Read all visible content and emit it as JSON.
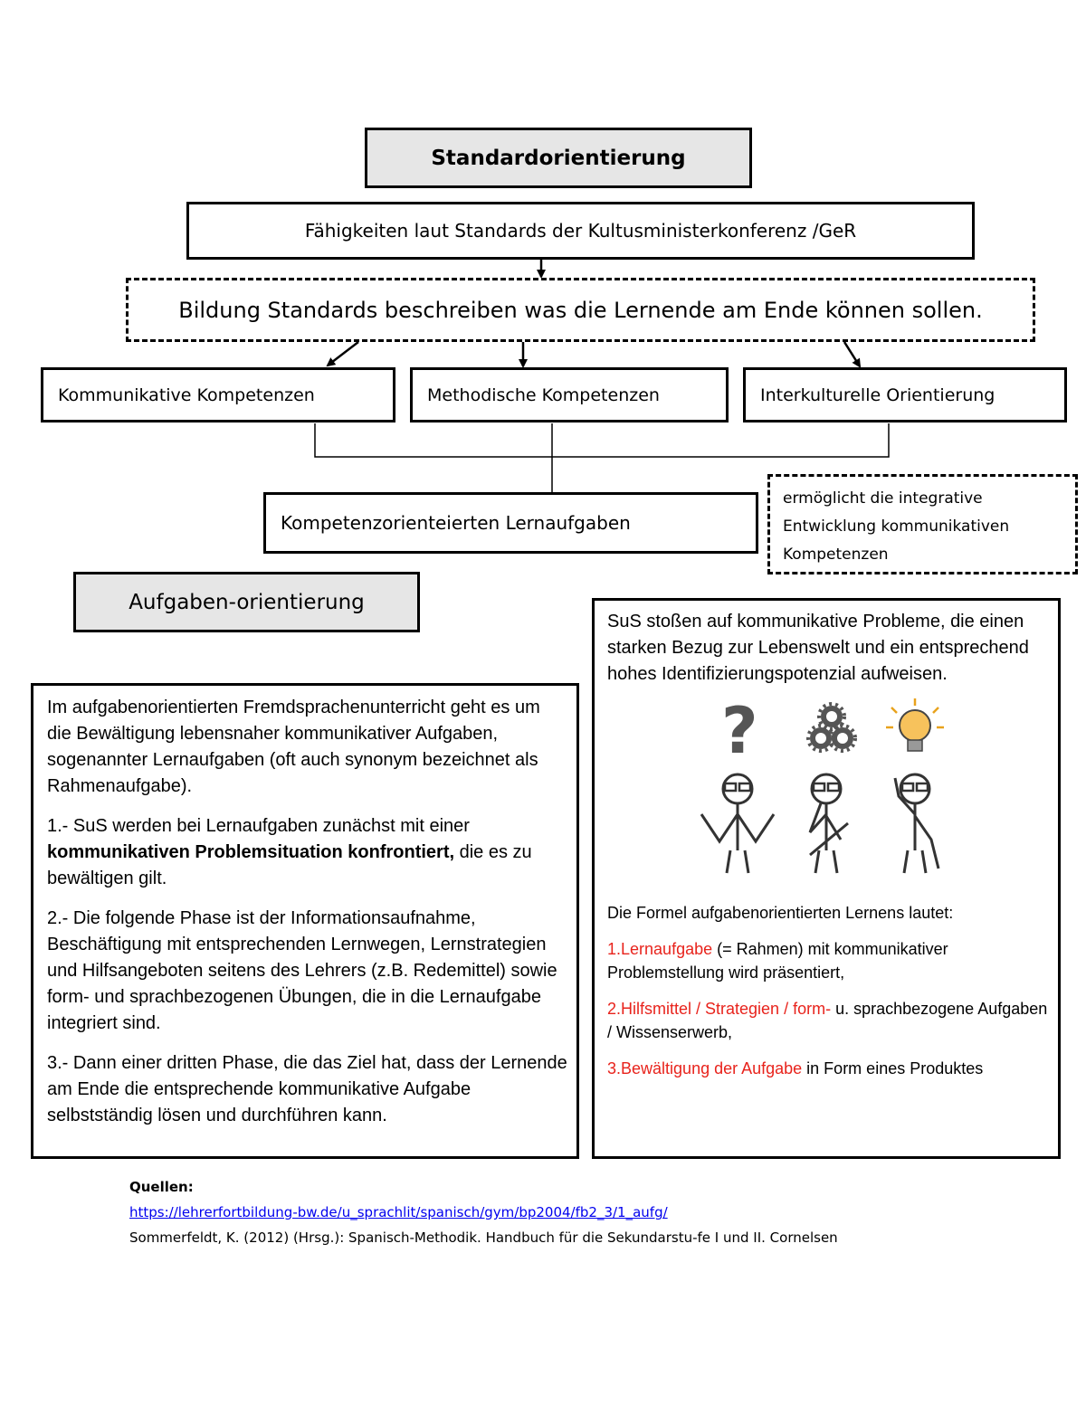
{
  "diagram": {
    "title": "Standardorientierung",
    "kmk": "Fähigkeiten laut Standards der Kultusministerkonferenz /GeR",
    "bildung": "Bildung Standards beschreiben was die Lernende am Ende können sollen.",
    "competences": [
      "Kommunikative Kompetenzen",
      "Methodische Kompetenzen",
      "Interkulturelle Orientierung"
    ],
    "lernaufgaben": "Kompetenzorienteierten Lernaufgaben",
    "note_lines": [
      "ermöglicht die integrative",
      "Entwicklung kommunikativen",
      "Kompetenzen"
    ],
    "aufgaben_title": "Aufgaben-orientierung"
  },
  "left_box": {
    "intro": "Im aufgabenorientierten Fremdsprachenunterricht geht es um die Bewältigung lebensnaher kommunikativer Aufgaben, sogenannter Lernaufgaben (oft auch synonym bezeichnet als Rahmenaufgabe).",
    "p1_pre": "1.- SuS werden bei Lernaufgaben zunächst mit einer ",
    "p1_bold": "kommunikativen Problemsituation konfrontiert,",
    "p1_post": " die es zu bewältigen gilt.",
    "p2": "2.- Die folgende Phase ist der Informationsaufnahme, Beschäftigung mit entsprechenden Lernwegen, Lernstrategien und Hilfsangeboten seitens des Lehrers (z.B. Redemittel) sowie form- und sprachbezogenen Übungen, die in die Lernaufgabe integriert sind.",
    "p3": "3.- Dann einer dritten Phase, die das Ziel hat, dass der Lernende am Ende die entsprechende kommunikative Aufgabe selbstständig lösen und durchführen kann."
  },
  "right_box": {
    "intro": "SuS stoßen auf kommunikative Probleme, die einen starken Bezug zur Lebenswelt und ein entsprechend hohes Identifizierungspotenzial aufweisen.",
    "formula_title": "Die Formel aufgabenorientierten Lernens lautet:",
    "item1_num": "1.",
    "item1_red": "Lernaufgabe",
    "item1_rest": " (= Rahmen) mit kommunikativer Problemstellung wird präsentiert,",
    "item2_red": "2.Hilfsmittel / Strategien / form-",
    "item2_rest": " u. sprachbezogene Aufgaben / Wissenserwerb,",
    "item3_num": "3.",
    "item3_red": "Bewältigung der Aufgabe",
    "item3_rest": " in Form eines Produktes"
  },
  "sources": {
    "label": "Quellen:",
    "url": "https://lehrerfortbildung-bw.de/u_sprachlit/spanisch/gym/bp2004/fb2_3/1_aufg/",
    "citation": "Sommerfeldt, K. (2012) (Hrsg.): Spanisch-Methodik. Handbuch für die Sekundarstu-fe I und II. Cornelsen"
  },
  "colors": {
    "accent_red": "#e8231c",
    "box_grey": "#e6e6e6",
    "link_blue": "#0000ee"
  }
}
